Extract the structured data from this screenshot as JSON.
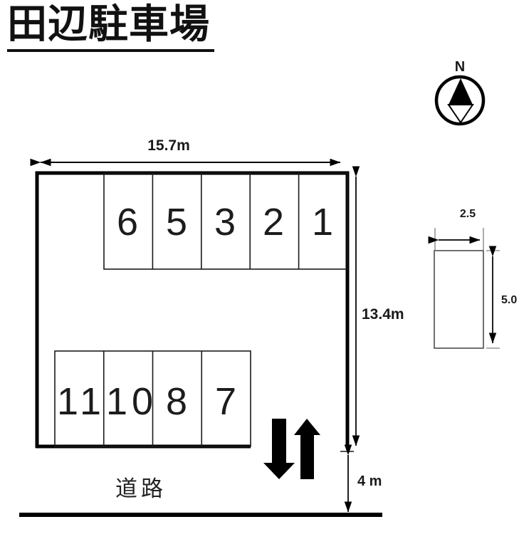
{
  "page": {
    "title": "田辺駐車場"
  },
  "compass": {
    "label": "N"
  },
  "dimensions": {
    "lot_width": "15.7m",
    "lot_height": "13.4m",
    "road_distance": "4 m",
    "stall_width": "2.5",
    "stall_depth": "5.0"
  },
  "lot": {
    "top_row": [
      "6",
      "5",
      "3",
      "2",
      "1"
    ],
    "bottom_row": [
      "11",
      "10",
      "8",
      "7"
    ]
  },
  "road": {
    "label": "道路"
  },
  "colors": {
    "line": "#000000",
    "grid": "#1a1a1a",
    "detail_stroke": "#4d4d4d",
    "tick": "#808080"
  }
}
